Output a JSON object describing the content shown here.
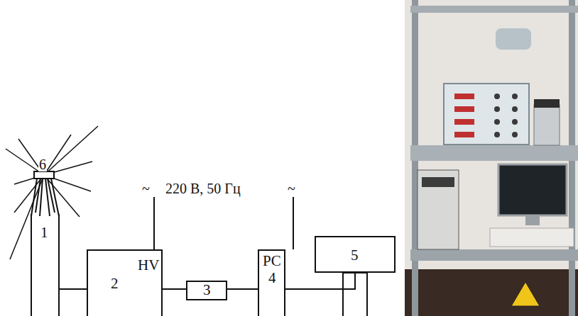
{
  "diagram": {
    "nodes": [
      {
        "text": [
          "1"
        ]
      },
      {
        "text": [
          "HV",
          "2"
        ]
      },
      {
        "text": [
          "3"
        ]
      },
      {
        "text": [
          "PC",
          "4"
        ]
      },
      {
        "text": [
          "5"
        ]
      }
    ],
    "edges": [
      {
        "from": 0,
        "to": 1,
        "arrow": "none"
      },
      {
        "from": 1,
        "to": 2,
        "arrow": "none"
      },
      {
        "from": 2,
        "to": 3,
        "arrow": "none"
      },
      {
        "from": 3,
        "to": 4,
        "arrow": "none"
      }
    ],
    "labels": [
      "6",
      "~",
      "220 В, 50 Гц",
      "~"
    ]
  }
}
